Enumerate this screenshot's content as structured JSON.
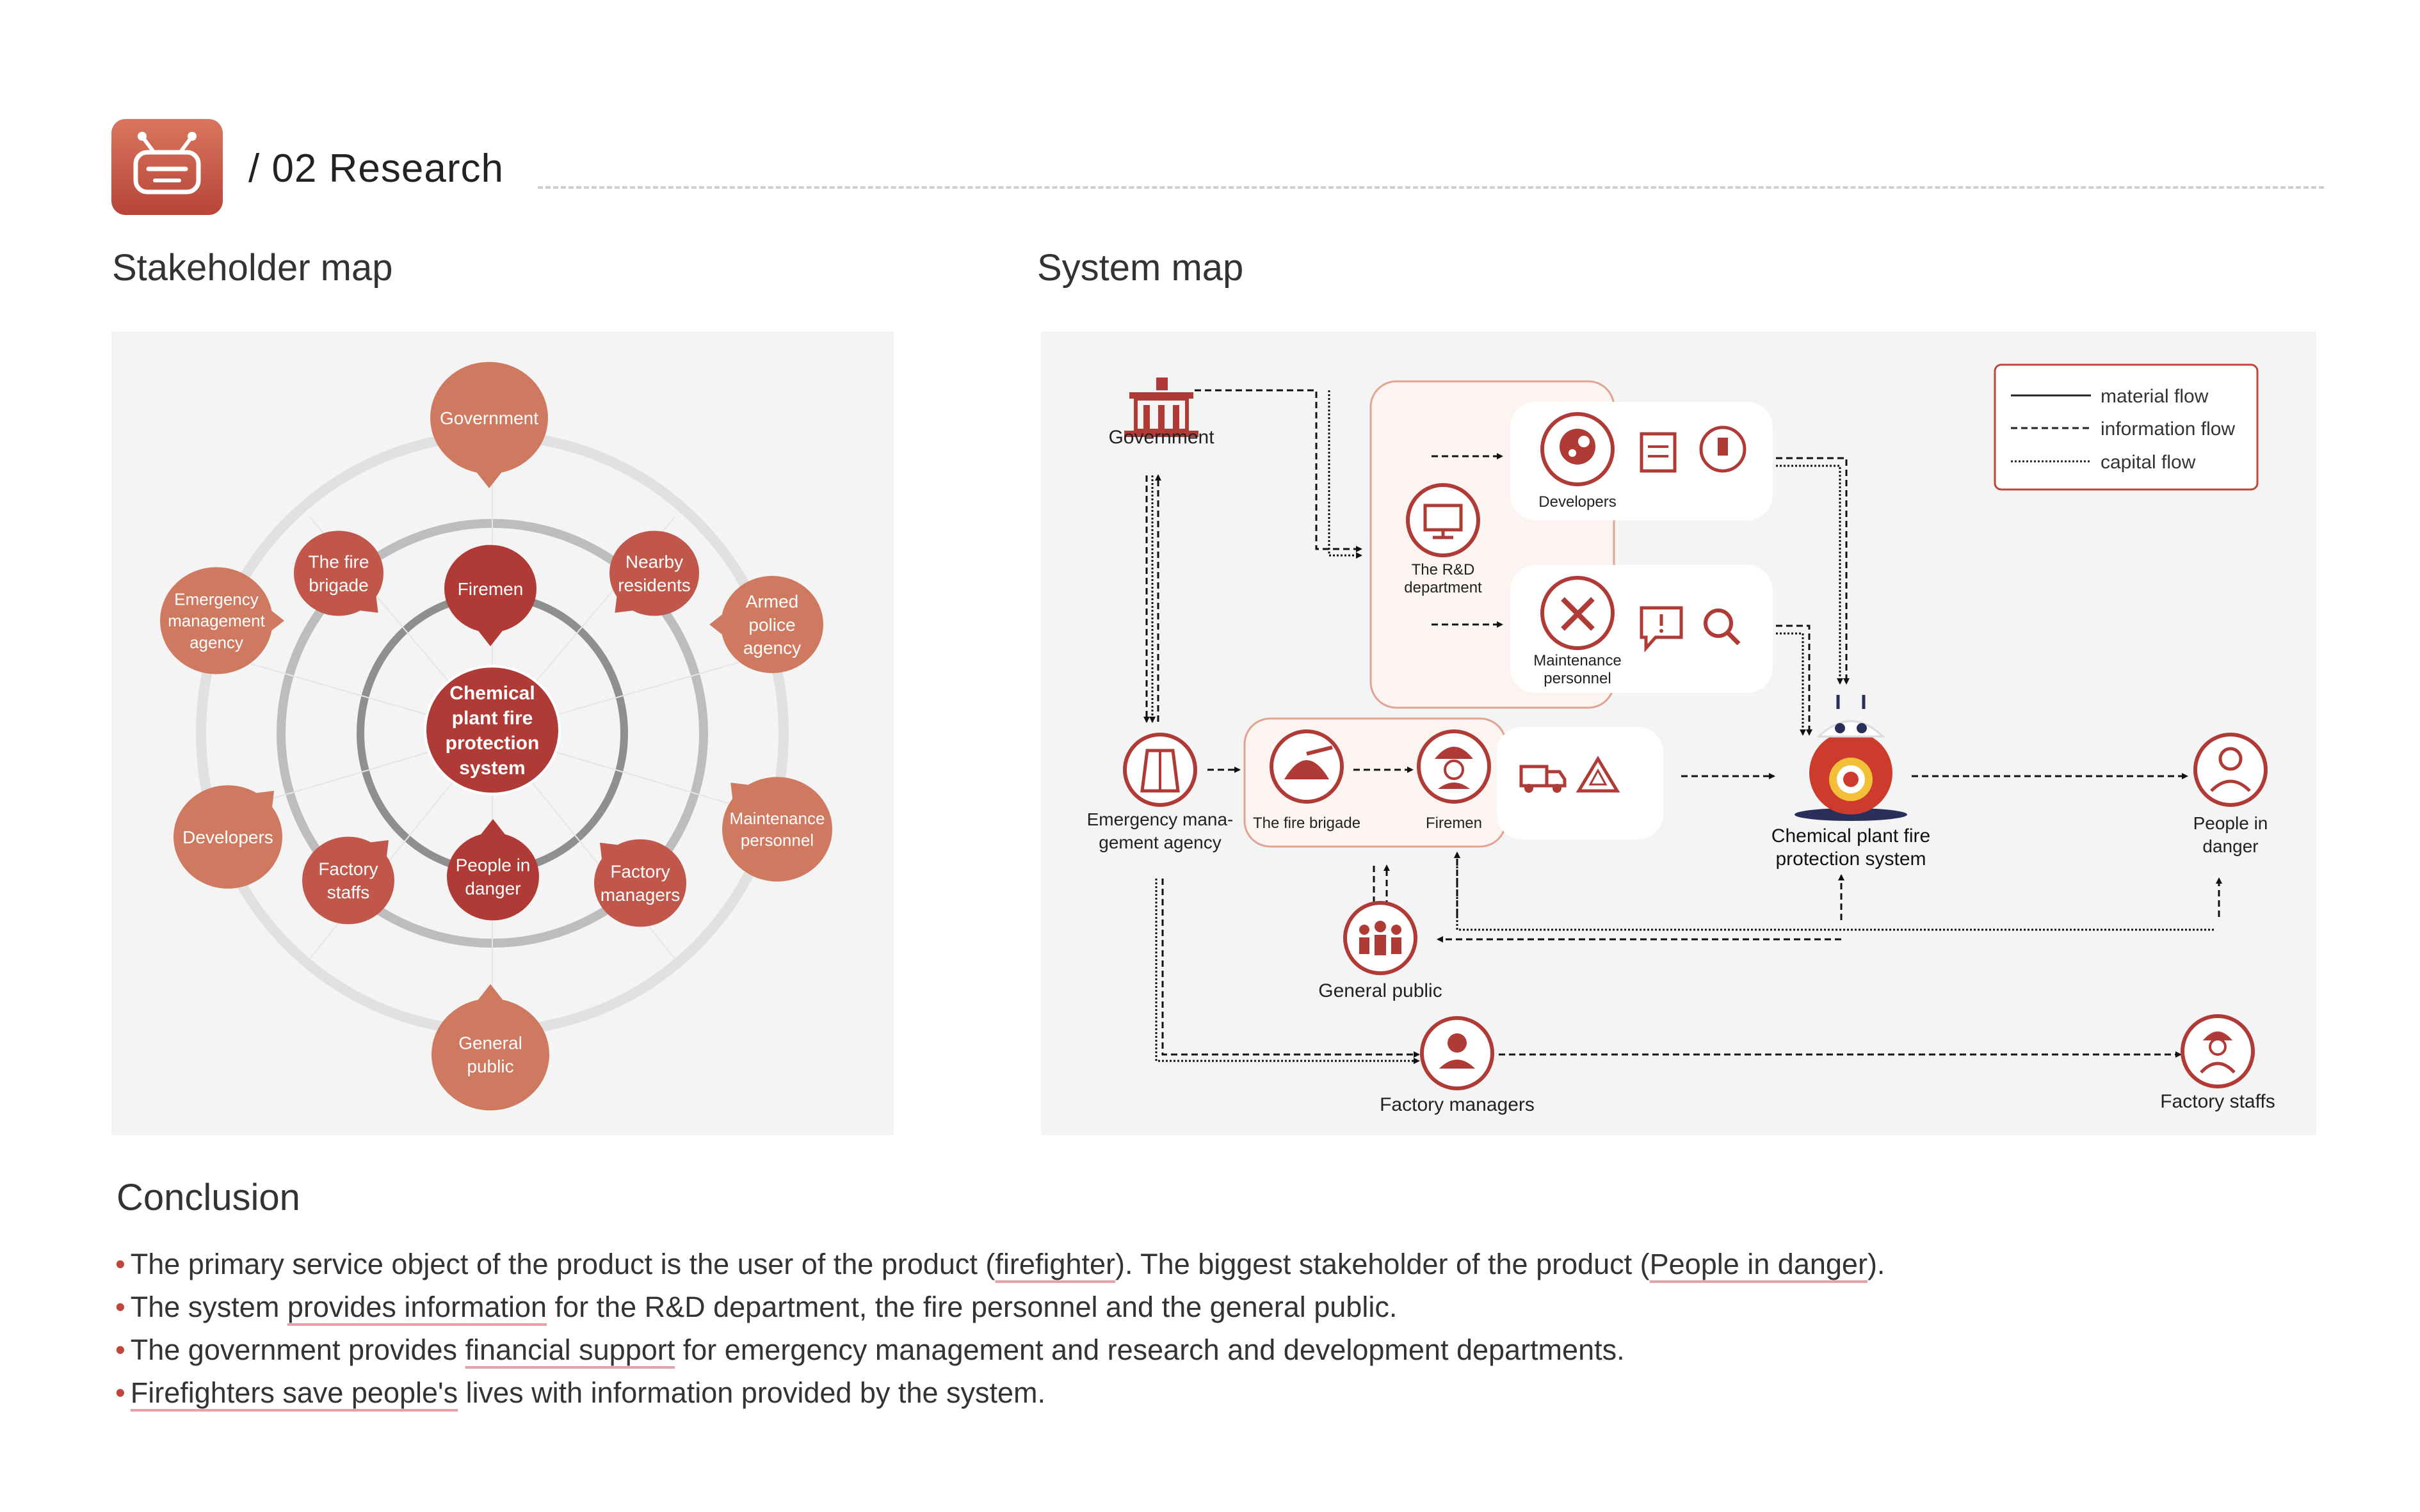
{
  "header": {
    "section_title": "/ 02  Research",
    "logo_icon": "robot-icon"
  },
  "stakeholder": {
    "title": "Stakeholder map",
    "center": [
      "Chemical",
      "plant fire",
      "protection",
      "system"
    ],
    "nodes": {
      "government": [
        "Government"
      ],
      "fire_brigade": [
        "The fire",
        "brigade"
      ],
      "firemen": [
        "Firemen"
      ],
      "nearby_residents": [
        "Nearby",
        "residents"
      ],
      "emergency_agency": [
        "Emergency",
        "management",
        "agency"
      ],
      "armed_police": [
        "Armed",
        "police",
        "agency"
      ],
      "developers": [
        "Developers"
      ],
      "maintenance": [
        "Maintenance",
        "personnel"
      ],
      "factory_staffs": [
        "Factory",
        "staffs"
      ],
      "people_in_danger": [
        "People in",
        "danger"
      ],
      "factory_managers": [
        "Factory",
        "managers"
      ],
      "general_public": [
        "General",
        "public"
      ]
    }
  },
  "system": {
    "title": "System map",
    "legend": {
      "material": "material flow",
      "information": "information flow",
      "capital": "capital flow"
    },
    "nodes": {
      "government": [
        "Government"
      ],
      "developers": [
        "Developers"
      ],
      "rnd": [
        "The R&D",
        "department"
      ],
      "maintenance": [
        "Maintenance",
        "personnel"
      ],
      "emergency": [
        "Emergency mana-",
        "gement agency"
      ],
      "fire_brigade": [
        "The fire brigade"
      ],
      "firemen": [
        "Firemen"
      ],
      "system": [
        "Chemical plant fire",
        "protection system"
      ],
      "people": [
        "People in",
        "danger"
      ],
      "public": [
        "General public"
      ],
      "managers": [
        "Factory managers"
      ],
      "staffs": [
        "Factory  staffs"
      ]
    }
  },
  "conclusion": {
    "title": "Conclusion",
    "b1": {
      "pre": "The primary service object of the product is the user of the product (",
      "u1": "firefighter",
      "mid": ").  The biggest stakeholder of the product (",
      "u2": "People in danger",
      "post": ")."
    },
    "b2": {
      "pre": "The system ",
      "u1": "provides information",
      "post": " for the R&D department, the fire personnel and the general public."
    },
    "b3": {
      "pre": "The government provides ",
      "u1": "financial support",
      "post": " for emergency management and research and development departments."
    },
    "b4": {
      "u1": "Firefighters save people's",
      "post": " lives with information provided by the system."
    }
  },
  "colors": {
    "dark_red": "#b03a35",
    "mid_red": "#c0574a",
    "light_red": "#cf7a60",
    "accent": "#c0453a"
  }
}
